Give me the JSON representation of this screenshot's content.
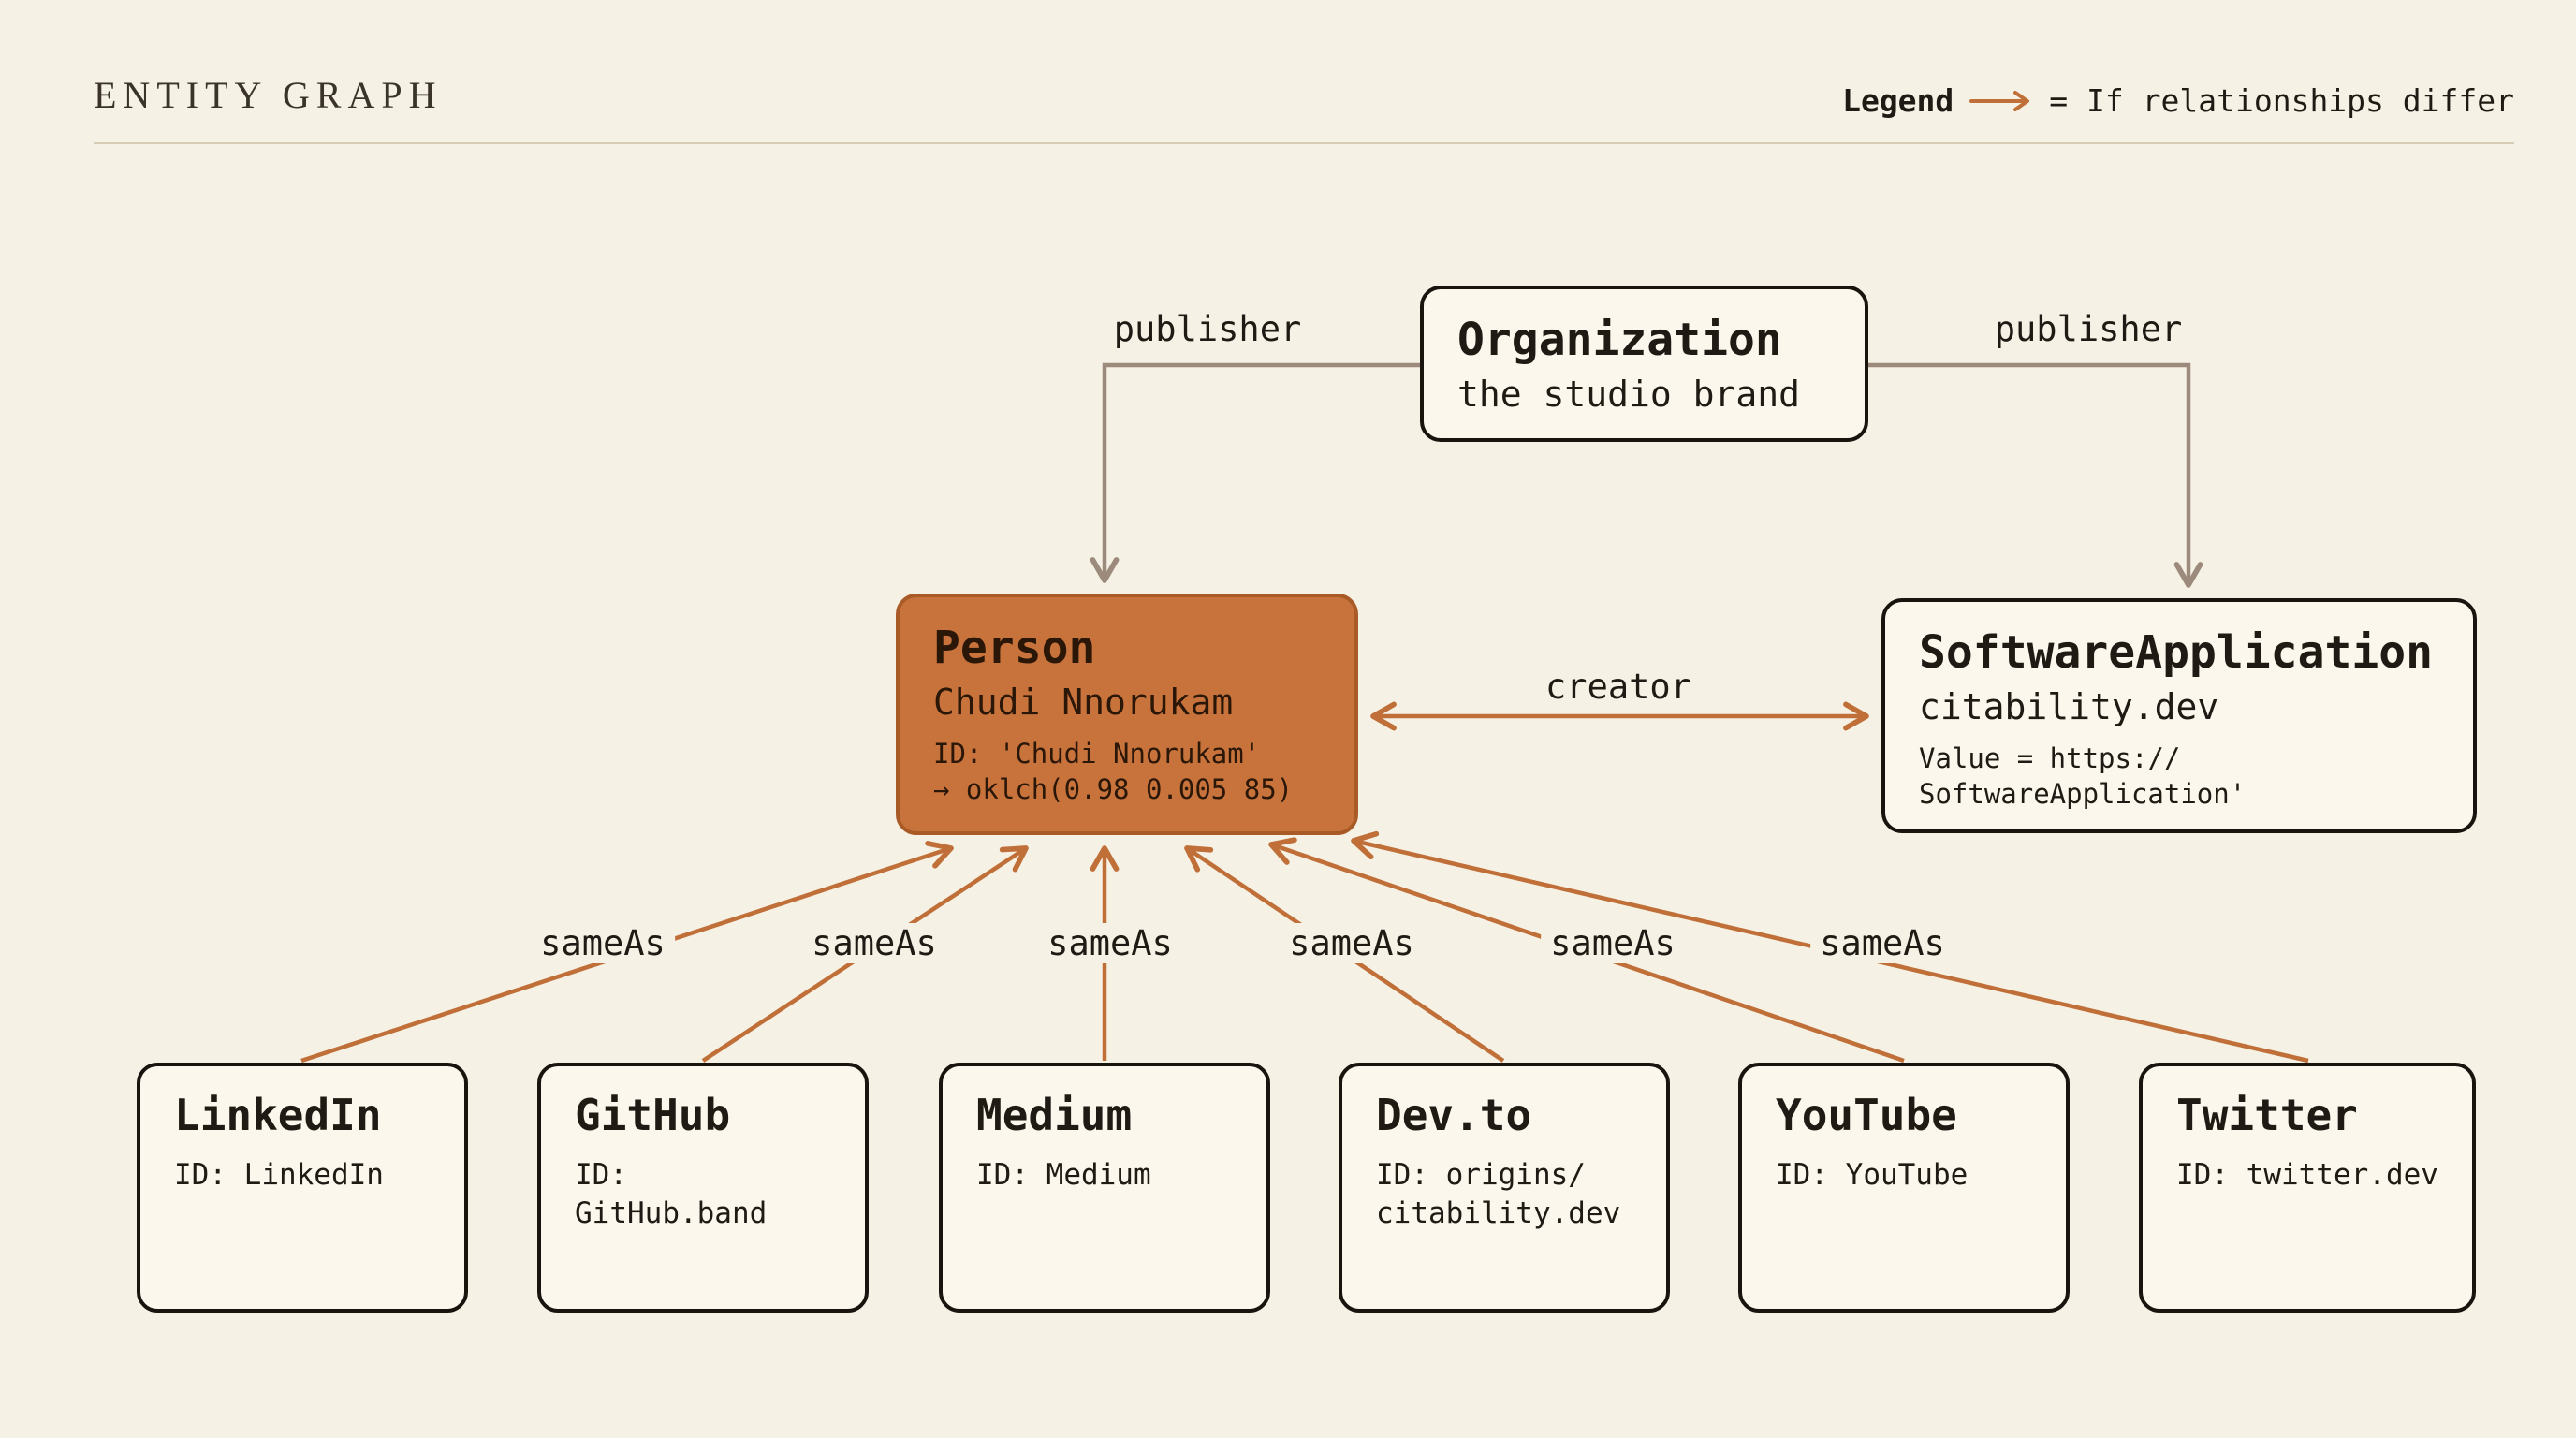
{
  "header": {
    "title": "ENTITY GRAPH",
    "legend_label": "Legend",
    "legend_text": "= If relationships differ"
  },
  "nodes": {
    "organization": {
      "title": "Organization",
      "subtitle": "the studio brand"
    },
    "person": {
      "title": "Person",
      "subtitle": "Chudi Nnorukam",
      "details": "ID: 'Chudi Nnorukam'\n→ oklch(0.98 0.005 85)"
    },
    "software_application": {
      "title": "SoftwareApplication",
      "subtitle": "citability.dev",
      "details": "Value = https://\nSoftwareApplication'"
    },
    "linkedin": {
      "title": "LinkedIn",
      "id": "ID: LinkedIn"
    },
    "github": {
      "title": "GitHub",
      "id": "ID: GitHub.band"
    },
    "medium": {
      "title": "Medium",
      "id": "ID: Medium"
    },
    "devto": {
      "title": "Dev.to",
      "id": "ID: origins/\ncitability.dev"
    },
    "youtube": {
      "title": "YouTube",
      "id": "ID: YouTube"
    },
    "twitter": {
      "title": "Twitter",
      "id": "ID: twitter.dev"
    }
  },
  "edges": {
    "publisher_left": {
      "label": "publisher"
    },
    "publisher_right": {
      "label": "publisher"
    },
    "creator": {
      "label": "creator"
    },
    "sameas": [
      "sameAs",
      "sameAs",
      "sameAs",
      "sameAs",
      "sameAs",
      "sameAs"
    ]
  },
  "colors": {
    "background": "#f6f1e5",
    "node_fill": "#fbf7ec",
    "node_border": "#18140e",
    "person_fill": "#c8733c",
    "accent_orange": "#bf6f37",
    "edge_gray": "#9c8a7c",
    "divider": "#d9ccb6"
  }
}
